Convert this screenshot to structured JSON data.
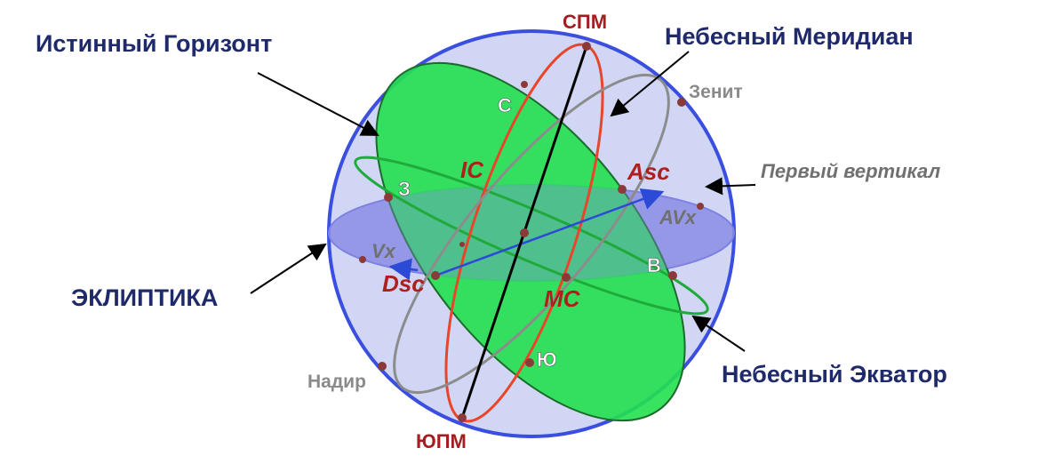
{
  "labels": {
    "true_horizon": "Истинный Горизонт",
    "celestial_meridian": "Небесный Меридиан",
    "north_pole": "СПМ",
    "zenith": "Зенит",
    "prime_vertical": "Первый вертикал",
    "antivertex": "AVx",
    "asc": "Asc",
    "ic": "IC",
    "north": "С",
    "west": "З",
    "vertex": "Vx",
    "dsc": "Dsc",
    "mc": "MC",
    "east": "В",
    "south": "Ю",
    "nadir": "Надир",
    "south_pole": "ЮПМ",
    "ecliptic": "ЭКЛИПТИКА",
    "celestial_equator": "Небесный Экватор"
  },
  "colors": {
    "sphere": "#c7cdf2",
    "ecliptic": "#8c8ee6",
    "horizon": "#22e04f",
    "meridian": "#e8452a",
    "vertical": "#8c8c8c",
    "points": "#8b3a3a"
  }
}
